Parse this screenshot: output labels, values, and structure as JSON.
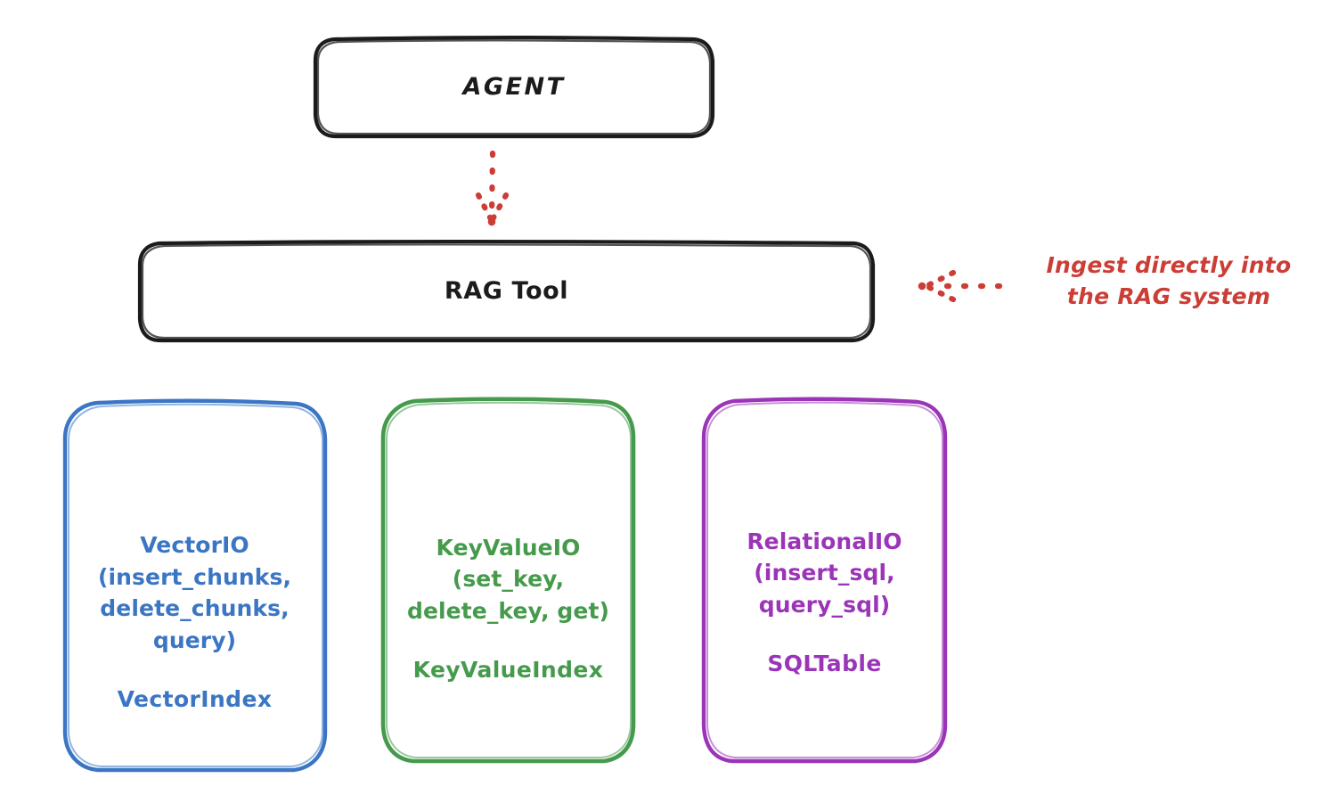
{
  "diagram": {
    "title": "RAG Tool architecture diagram",
    "background_color": "#ffffff",
    "style": "hand-drawn sketch (Excalidraw-like)"
  },
  "colors": {
    "black": "#1b1b1b",
    "blue": "#3b76c4",
    "green": "#459a4c",
    "purple": "#9b35b8",
    "red": "#cc3d36"
  },
  "nodes": {
    "agent": {
      "label": "AGENT",
      "stroke_color": "#1b1b1b"
    },
    "rag_tool": {
      "label": "RAG Tool",
      "stroke_color": "#1b1b1b"
    },
    "vector": {
      "label": "VectorIO\n(insert_chunks,\ndelete_chunks,\nquery)",
      "sub_label": "VectorIndex",
      "stroke_color": "#3b76c4"
    },
    "keyvalue": {
      "label": "KeyValueIO\n(set_key,\ndelete_key, get)",
      "sub_label": "KeyValueIndex",
      "stroke_color": "#459a4c"
    },
    "relational": {
      "label": "RelationalIO\n(insert_sql,\nquery_sql)",
      "sub_label": "SQLTable",
      "stroke_color": "#9b35b8"
    }
  },
  "connectors": {
    "agent_to_ragtool": {
      "style": "dotted",
      "color": "#cc3d36",
      "direction": "down",
      "arrowhead": "dotted"
    },
    "annotation_arrow": {
      "style": "dotted",
      "color": "#cc3d36",
      "direction": "left",
      "arrowhead": "dotted"
    }
  },
  "annotations": {
    "ingest": {
      "text": "Ingest directly into\nthe RAG system",
      "color": "#cc3d36"
    }
  }
}
